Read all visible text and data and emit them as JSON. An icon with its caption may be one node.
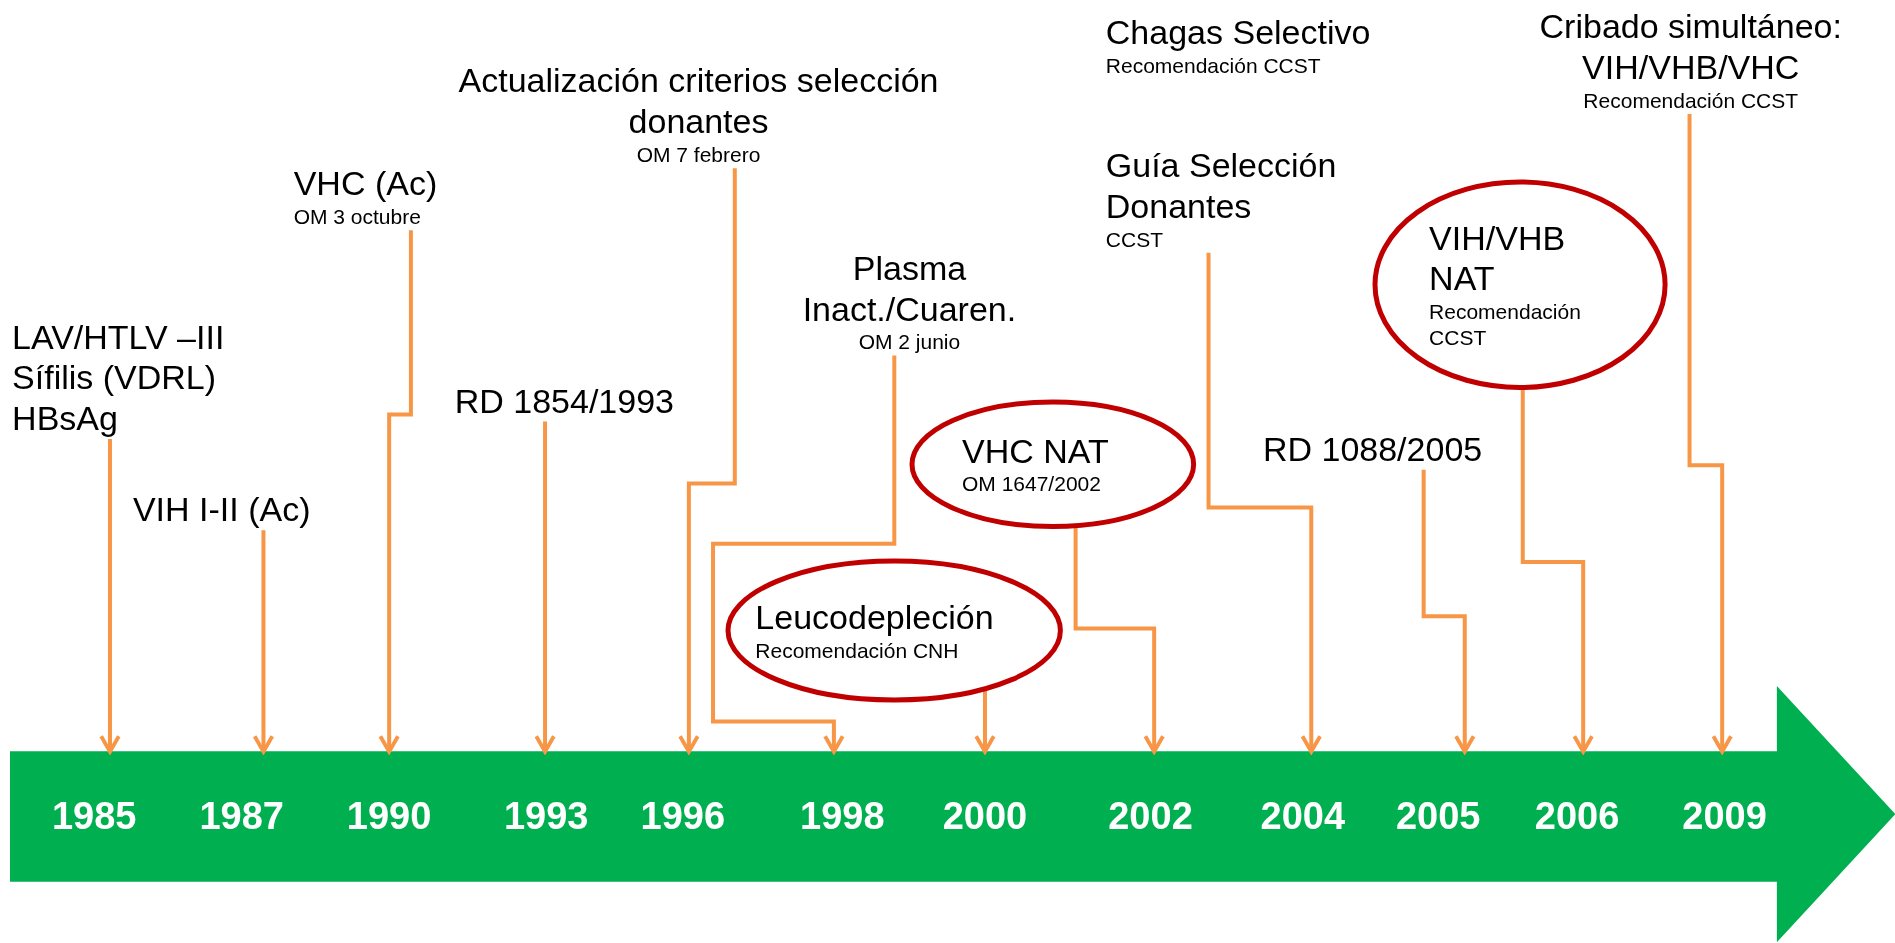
{
  "diagram": {
    "nodes": [
      {
        "text": [],
        "shape": "arrow"
      },
      {
        "text": [
          "1985"
        ],
        "in": 0
      },
      {
        "text": [
          "1987"
        ],
        "in": 0
      },
      {
        "text": [
          "1990"
        ],
        "in": 0
      },
      {
        "text": [
          "1993"
        ],
        "in": 0
      },
      {
        "text": [
          "1996"
        ],
        "in": 0
      },
      {
        "text": [
          "1998"
        ],
        "in": 0
      },
      {
        "text": [
          "2000"
        ],
        "in": 0
      },
      {
        "text": [
          "2002"
        ],
        "in": 0
      },
      {
        "text": [
          "2004"
        ],
        "in": 0
      },
      {
        "text": [
          "2005"
        ],
        "in": 0
      },
      {
        "text": [
          "2006"
        ],
        "in": 0
      },
      {
        "text": [
          "2009"
        ],
        "in": 0
      },
      {
        "text": [
          "LAV/HTLV –III",
          "Sífilis (VDRL)",
          "HBsAg"
        ]
      },
      {
        "text": [
          "VIH I-II (Ac)"
        ]
      },
      {
        "text": [
          "VHC (Ac)",
          "OM 3 octubre"
        ]
      },
      {
        "text": [
          "RD 1854/1993"
        ]
      },
      {
        "text": [
          "Actualización criterios selección donantes",
          "OM 7 febrero"
        ]
      },
      {
        "text": [
          "Plasma Inact./Cuaren.",
          "OM 2 junio"
        ]
      },
      {
        "text": [
          "Leucodepleción",
          "Recomendación CNH"
        ]
      },
      {
        "text": [
          "VHC NAT",
          "OM 1647/2002"
        ]
      },
      {
        "text": [
          "Chagas Selectivo",
          "Recomendación CCST"
        ]
      },
      {
        "text": [
          "Guía Selección Donantes",
          "CCST"
        ]
      },
      {
        "text": [
          "RD 1088/2005"
        ]
      },
      {
        "text": [
          "VIH/VHB NAT",
          "Recomendación CCST"
        ]
      },
      {
        "text": [
          "Cribado simultáneo: VIH/VHB/VHC",
          "Recomendación CCST"
        ]
      }
    ],
    "edges": [
      {
        "from": 13,
        "to": 1,
        "arrow": "to"
      },
      {
        "from": 14,
        "to": 2,
        "arrow": "to"
      },
      {
        "from": 15,
        "to": 3,
        "arrow": "to"
      },
      {
        "from": 16,
        "to": 4,
        "arrow": "to"
      },
      {
        "from": 17,
        "to": 5,
        "arrow": "to"
      },
      {
        "from": 18,
        "to": 6,
        "arrow": "to"
      },
      {
        "from": 19,
        "to": 7,
        "arrow": "to"
      },
      {
        "from": 20,
        "to": 8,
        "arrow": "to"
      },
      {
        "from": 22,
        "to": 9,
        "arrow": "to"
      },
      {
        "from": 23,
        "to": 10,
        "arrow": "to"
      },
      {
        "from": 24,
        "to": 11,
        "arrow": "to"
      },
      {
        "from": 25,
        "to": 12,
        "arrow": "to"
      }
    ]
  }
}
